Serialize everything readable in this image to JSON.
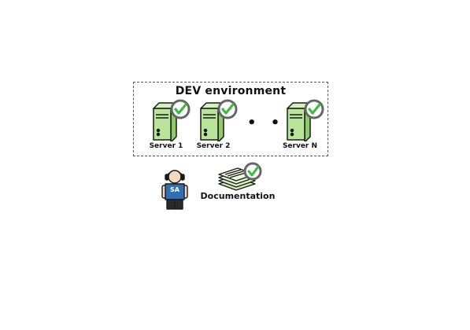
{
  "environment": {
    "title": "DEV environment"
  },
  "servers": [
    {
      "label": "Server 1",
      "status": "check"
    },
    {
      "label": "Server 2",
      "status": "check"
    },
    {
      "label": "Server N",
      "status": "check"
    }
  ],
  "ellipsis": "• • •",
  "person": {
    "badge": "SA"
  },
  "documentation": {
    "label": "Documentation",
    "status": "check"
  },
  "colors": {
    "server_green": "#b9e59a",
    "server_stroke": "#1a1a1a",
    "check_green": "#3dbb3d",
    "check_ring": "#666666",
    "shirt_blue": "#2f6fb3",
    "paper_green": "#cfe8b0"
  }
}
